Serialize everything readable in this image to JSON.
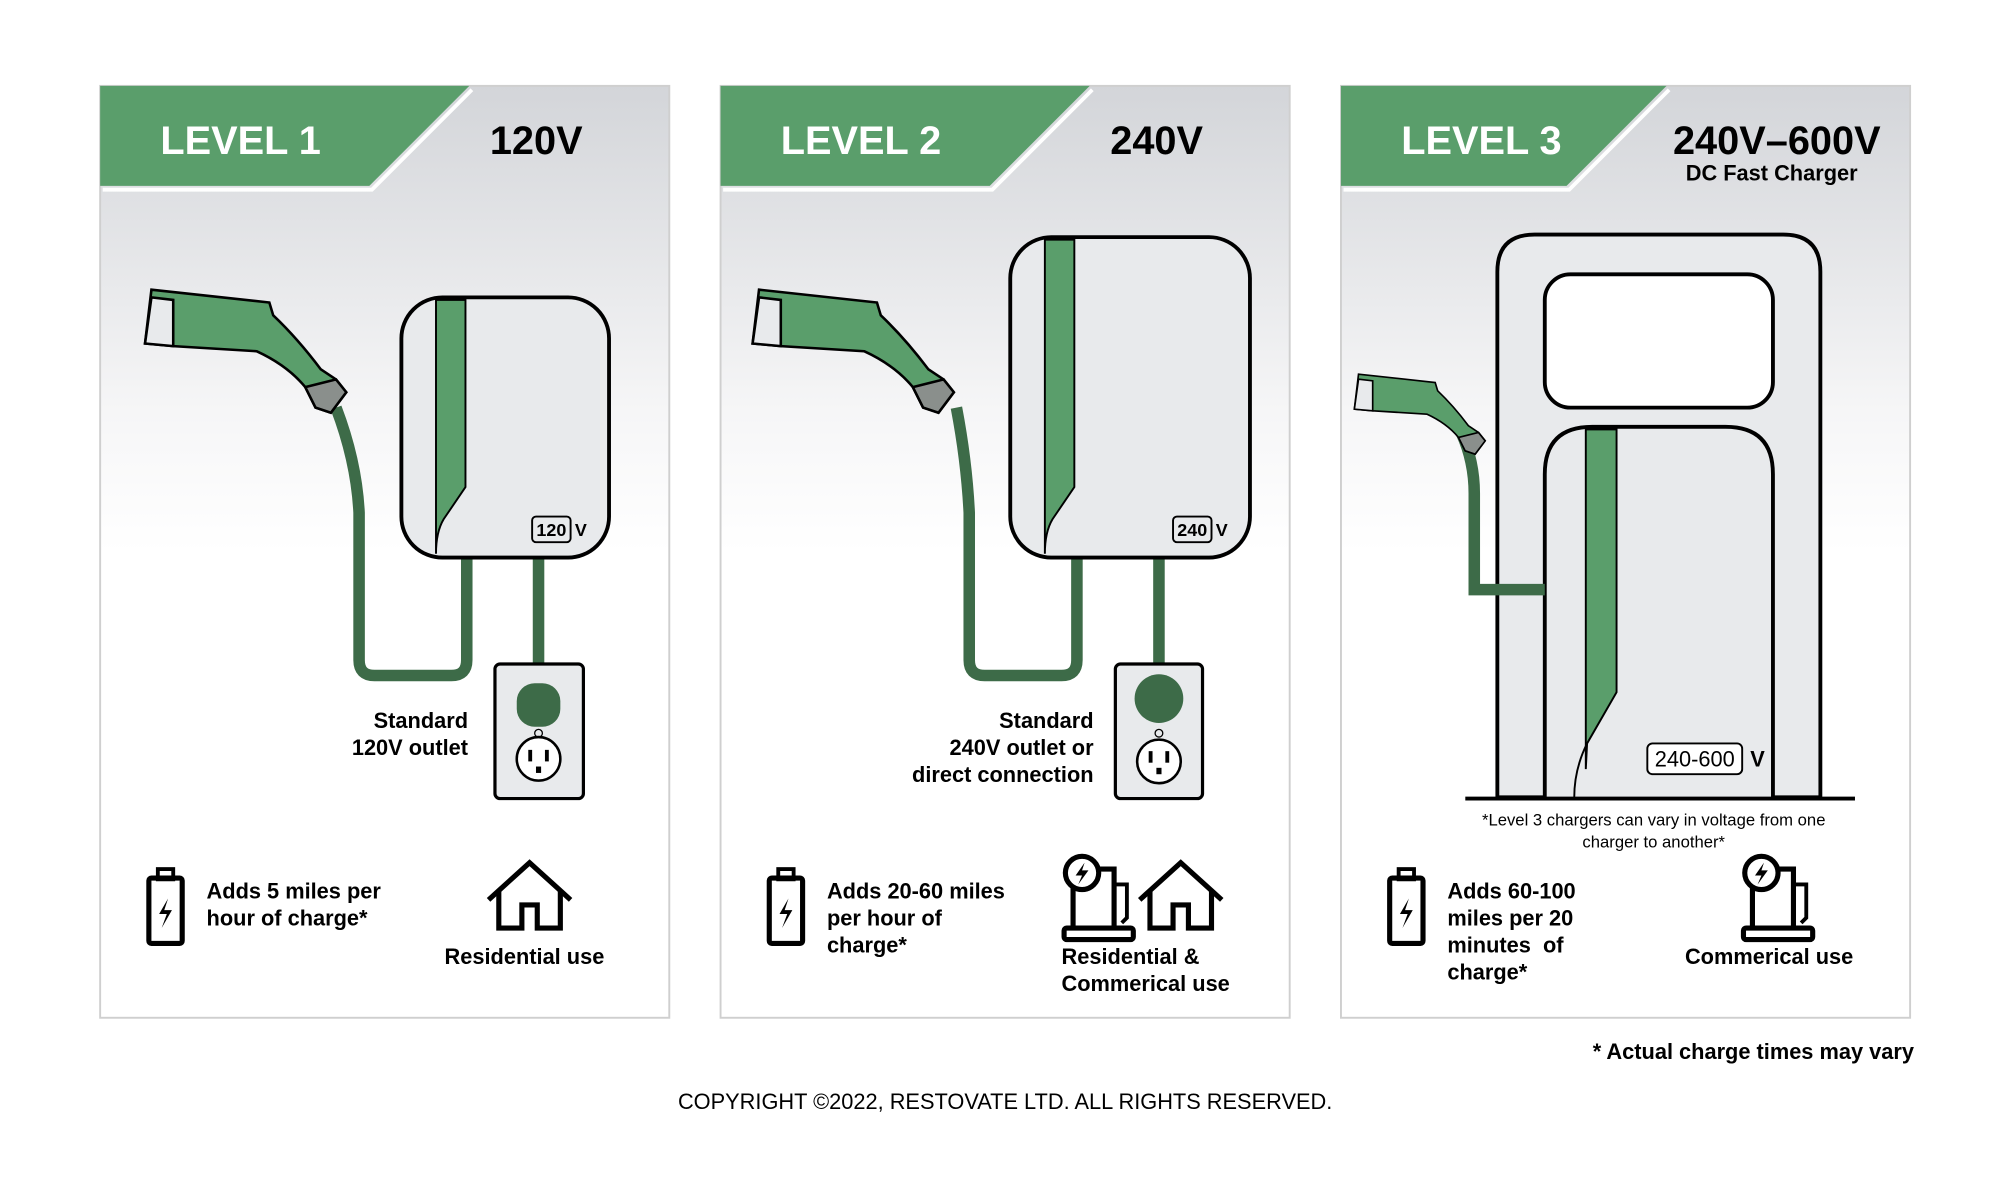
{
  "colors": {
    "green": "#5a9e6b",
    "cable": "#3d6b48",
    "device": "#e8eaec"
  },
  "panels": [
    {
      "level": "LEVEL 1",
      "voltage": "120V",
      "device_label": "120",
      "device_unit": "V",
      "outlet_text": [
        "Standard",
        "120V outlet"
      ],
      "charge_text": [
        "Adds 5 miles per",
        "hour of charge*"
      ],
      "use_text": [
        "Residential use"
      ]
    },
    {
      "level": "LEVEL 2",
      "voltage": "240V",
      "device_label": "240",
      "device_unit": "V",
      "outlet_text": [
        "Standard",
        "240V outlet or",
        "direct connection"
      ],
      "charge_text": [
        "Adds 20-60 miles",
        "per hour of",
        "charge*"
      ],
      "use_text": [
        "Residential &",
        "Commerical use"
      ]
    },
    {
      "level": "LEVEL 3",
      "voltage": "240V–600V",
      "subtitle": "DC Fast Charger",
      "device_label": "240-600",
      "device_unit": "V",
      "note": [
        "*Level 3 chargers can vary in voltage from one",
        "charger to another*"
      ],
      "charge_text": [
        "Adds 60-100",
        "miles per 20",
        "minutes  of",
        "charge*"
      ],
      "use_text": [
        "Commerical use"
      ]
    }
  ],
  "footer": {
    "disclaimer": "* Actual charge times may vary",
    "copyright": "COPYRIGHT ©2022, RESTOVATE LTD. ALL RIGHTS RESERVED."
  }
}
